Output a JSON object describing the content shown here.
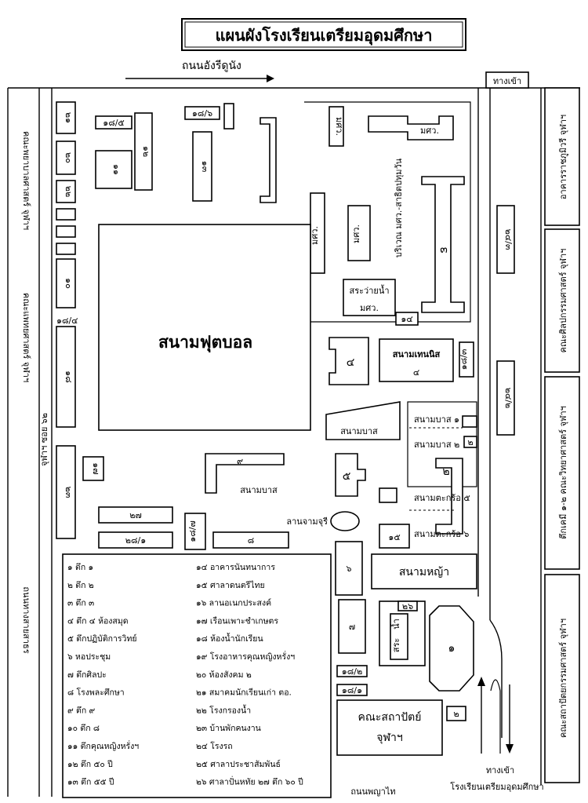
{
  "title": "แผนผังโรงเรียนเตรียมอุดมศึกษา",
  "roads": {
    "top": "ถนนอังรีดูนัง",
    "bottom": "ถนนพญาไท",
    "left_1": "คณะพยาบาลศาสตร์ จุฬาฯ",
    "left_2": "คณะแพทยศาสตร์ จุฬาฯ",
    "left_3": "ถนนทางสายสาธร",
    "left_soi": "จุฬาฯ ซอย ๖๒"
  },
  "entrance": {
    "top": "ทางเข้า",
    "bottom_1": "ทางเข้า",
    "bottom_2": "โรงเรียนเตรียมอุดมศึกษา"
  },
  "neighbors": {
    "right_1": "อาคารราชภูมิวรี จุฬาฯ",
    "right_2": "คณะศิลปกรรมศาสตร์ จุฬาฯ",
    "right_3": "ตึกเคมี ๑-๒ คณะวิทยาศาสตร์ จุฬาฯ",
    "right_4": "คณะสถาปัตยกรรมศาสตร์ จุฬาฯ",
    "bottom_center_1": "คณะสถาปัตย์",
    "bottom_center_2": "จุฬาฯ",
    "mwn_area": "บริเวณ มศว.-สาธิตปทุมวัน"
  },
  "areas": {
    "football": "สนามฟุตบอล",
    "tennis": "สนามเทนนิส",
    "basketball_1": "สนามบาส",
    "basketball_2": "สนามบาส",
    "basketball_small_1": "สนามบาส ๑",
    "basketball_small_2": "สนามบาส ๒",
    "volleyball_1": "สนามตะกร้อ ๕",
    "volleyball_2": "สนามตะกร้อ ๖",
    "grass": "สนามหญ้า",
    "pool": "สระว่ายน้ำ",
    "pool_owner": "มศว.",
    "plaza": "ลานจามจุรี",
    "pond_1": "สระ",
    "pond_2": "น้ำ"
  },
  "buildings": {
    "b1": "๑",
    "b2a": "๒",
    "b2b": "๒",
    "b3": "๓",
    "b4": "๔",
    "b4court": "๔",
    "b5": "๕",
    "b6": "๖",
    "b7": "๗",
    "b8": "๘",
    "b9": "๙",
    "b10": "๑๐",
    "b11": "๑๑",
    "b12": "๑๒",
    "b13": "๑๓",
    "b14": "๑๔",
    "b15": "๑๕",
    "b16": "๑๖",
    "b17": "๑๗",
    "b18_1": "๑๘/๑",
    "b18_2": "๑๘/๒",
    "b18_3": "๑๘/๓",
    "b18_4": "๑๘/๔",
    "b18_5": "๑๘/๕",
    "b18_6": "๑๘/๖",
    "b18_7": "๑๘/๗",
    "b20": "๒๐",
    "b21": "๒๑",
    "b22": "๒๒",
    "b23": "๒๓",
    "b24_2": "๒๔/๒",
    "b24_3": "๒๔/๓",
    "b26": "๒๖",
    "b27": "๒๗",
    "b28_1": "๒๘/๑",
    "mwn_1": "มศว.",
    "mwn_2": "มศว.",
    "mwn_3": "มศว.",
    "mwn_4": "มศว."
  },
  "legend_left": [
    "๑ ตึก ๑",
    "๒ ตึก ๒",
    "๓ ตึก ๓",
    "๔ ตึก ๔ ห้องสมุด",
    "๕ ตึกปฏิบัติการวิทย์",
    "๖ หอประชุม",
    "๗ ตึกศิลปะ",
    "๘ โรงพละศึกษา",
    "๙ ตึก ๙",
    "๑๐ ตึก ๘",
    "๑๑ ตึกคุณหญิงหรั่งฯ",
    "๑๒ ตึก ๕๐ ปี",
    "๑๓ ตึก ๕๕ ปี"
  ],
  "legend_right": [
    "๑๔ อาคารนันทนาการ",
    "๑๕ ศาลาดนตรีไทย",
    "๑๖ ลานอเนกประสงค์",
    "๑๗ เรือนเพาะชำเกษตร",
    "๑๘ ห้องน้ำนักเรียน",
    "๑๙ โรงอาหารคุณหญิงหรั่งฯ",
    "๒๐ ห้องสังคม ๒",
    "๒๑ สมาคมนักเรียนเก่า ตอ.",
    "๒๒ โรงกรองน้ำ",
    "๒๓ บ้านพักคนงาน",
    "๒๔ โรงรถ",
    "๒๕ ศาลาประชาสัมพันธ์",
    "๒๖ ศาลาปั่นหทัย   ๒๗ ตึก ๖๐ ปี"
  ]
}
